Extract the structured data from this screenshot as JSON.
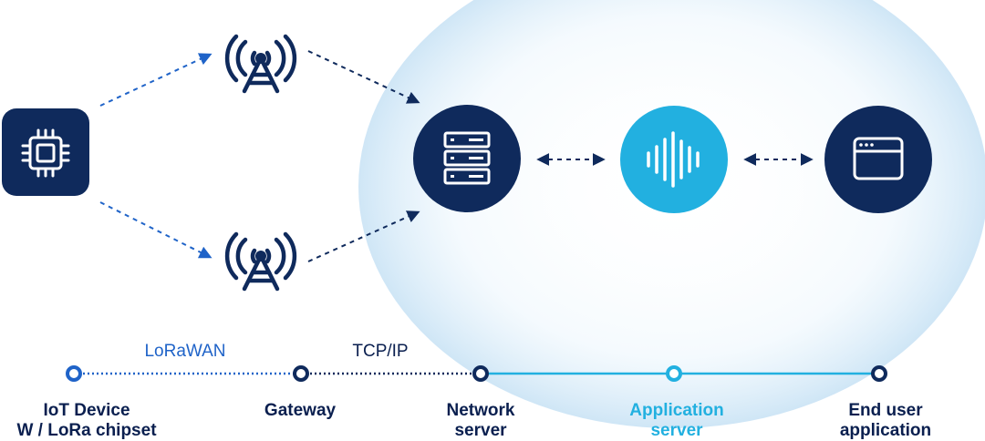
{
  "colors": {
    "navy": "#0f2a5c",
    "text_navy": "#0a1f4f",
    "cyan": "#22b0e0",
    "blue": "#1f63c8",
    "glow": "#d6ebf8"
  },
  "icons": {
    "device": "microchip-icon",
    "gateway": "antenna-tower-icon",
    "network_server": "server-rack-icon",
    "application_server": "sound-wave-icon",
    "end_user_application": "browser-window-icon"
  },
  "protocols": {
    "lorawan": "LoRaWAN",
    "tcpip": "TCP/IP"
  },
  "nodes": {
    "iot_device": {
      "line1": "IoT Device",
      "line2": "W / LoRa chipset"
    },
    "gateway": {
      "line1": "Gateway"
    },
    "network_server": {
      "line1": "Network",
      "line2": "server"
    },
    "application_server": {
      "line1": "Application",
      "line2": "server"
    },
    "end_user": {
      "line1": "End user",
      "line2": "application"
    }
  }
}
